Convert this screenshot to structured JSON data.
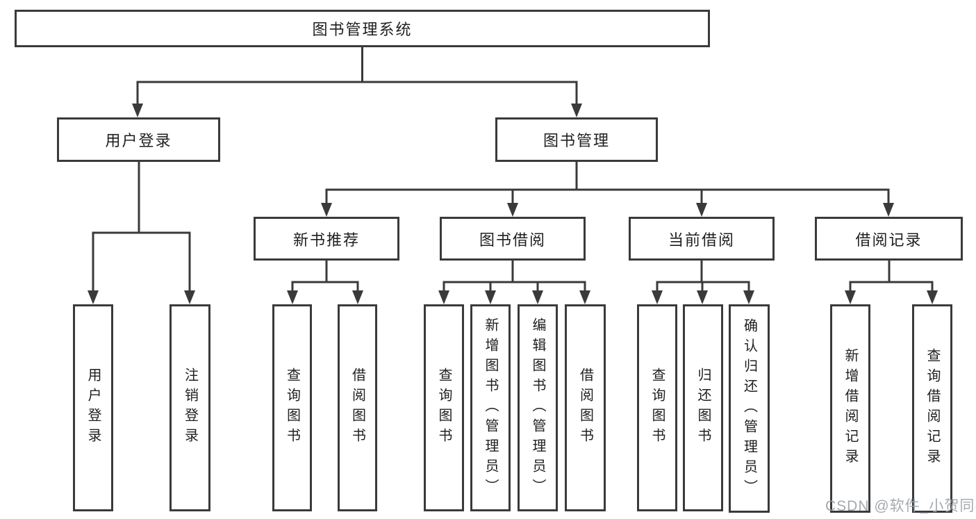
{
  "diagram_type": "hierarchy-tree",
  "colors": {
    "line": "#3a3a3a",
    "box_border": "#3a3a3a",
    "box_background": "#ffffff",
    "text": "#1f1f1f",
    "page_background": "#ffffff",
    "watermark": "#9aa1a8"
  },
  "watermark": {
    "text": "CSDN @软件_小贺同学"
  },
  "nodes": {
    "root": {
      "label": "图书管理系统",
      "children": [
        "user_login",
        "book_management"
      ]
    },
    "user_login": {
      "label": "用户登录",
      "children": [
        "leaf_user_login",
        "leaf_logout"
      ]
    },
    "book_management": {
      "label": "图书管理",
      "children": [
        "new_book_rec",
        "book_borrowing",
        "current_borrowing",
        "borrow_records"
      ]
    },
    "new_book_rec": {
      "label": "新书推荐",
      "children": [
        "leaf_nbr_query",
        "leaf_nbr_borrow"
      ]
    },
    "book_borrowing": {
      "label": "图书借阅",
      "children": [
        "leaf_bb_query",
        "leaf_bb_add",
        "leaf_bb_edit",
        "leaf_bb_borrow"
      ]
    },
    "current_borrowing": {
      "label": "当前借阅",
      "children": [
        "leaf_cb_query",
        "leaf_cb_return",
        "leaf_cb_confirm"
      ]
    },
    "borrow_records": {
      "label": "借阅记录",
      "children": [
        "leaf_br_add",
        "leaf_br_query"
      ]
    },
    "leaf_user_login": {
      "label": "用户登录"
    },
    "leaf_logout": {
      "label": "注销登录"
    },
    "leaf_nbr_query": {
      "label": "查询图书"
    },
    "leaf_nbr_borrow": {
      "label": "借阅图书"
    },
    "leaf_bb_query": {
      "label": "查询图书"
    },
    "leaf_bb_add": {
      "label": "新增图书（管理员）"
    },
    "leaf_bb_edit": {
      "label": "编辑图书（管理员）"
    },
    "leaf_bb_borrow": {
      "label": "借阅图书"
    },
    "leaf_cb_query": {
      "label": "查询图书"
    },
    "leaf_cb_return": {
      "label": "归还图书"
    },
    "leaf_cb_confirm": {
      "label": "确认归还（管理员）"
    },
    "leaf_br_add": {
      "label": "新增借阅记录"
    },
    "leaf_br_query": {
      "label": "查询借阅记录"
    }
  }
}
